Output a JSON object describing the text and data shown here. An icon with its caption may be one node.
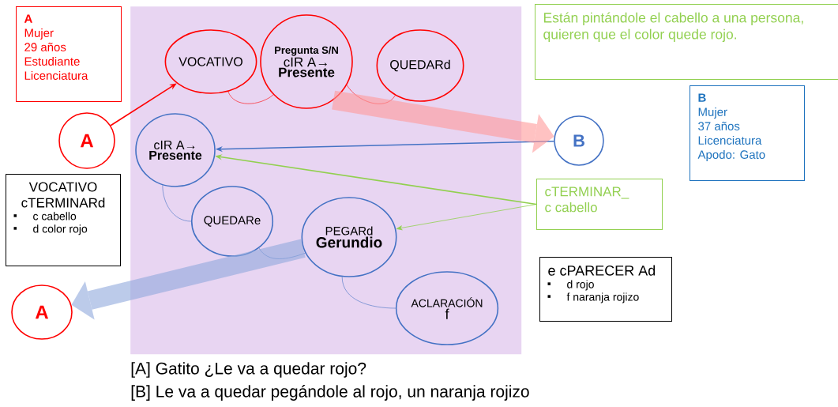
{
  "diagram": {
    "nodes": [
      {
        "text": [
          "A",
          "Mujer",
          "29 años",
          "Estudiante",
          "Licenciatura"
        ]
      },
      {
        "text": [],
        "shape": "box"
      },
      {
        "text": [
          "VOCATIVO"
        ],
        "in": 1
      },
      {
        "text": [
          "Pregunta S/N",
          "cIR A→",
          "Presente"
        ],
        "in": 1
      },
      {
        "text": [
          "QUEDARd"
        ],
        "in": 1
      },
      {
        "text": [
          "Están pintándole el cabello a una persona, quieren que el color quede rojo."
        ]
      },
      {
        "text": [
          "B",
          "Mujer",
          "37 años",
          "Licenciatura",
          "Apodo: Gato"
        ]
      },
      {
        "text": [
          "A"
        ]
      },
      {
        "text": [
          "B"
        ]
      },
      {
        "text": [
          "cIR A→",
          "Presente"
        ],
        "in": 1
      },
      {
        "text": [
          "cTERMINAR_",
          "c cabello"
        ]
      },
      {
        "text": [
          "VOCATIVO",
          "cTERMINARd",
          "c cabello",
          "d color rojo"
        ]
      },
      {
        "text": [
          "QUEDARe"
        ],
        "in": 1
      },
      {
        "text": [
          "PEGARd",
          "Gerundio"
        ],
        "in": 1
      },
      {
        "text": [
          "e cPARECER Ad",
          "d rojo",
          "f naranja rojizo"
        ]
      },
      {
        "text": [
          "ACLARACIÓN",
          "f"
        ],
        "in": 1
      },
      {
        "text": [
          "A"
        ]
      }
    ],
    "edges": [
      {
        "from": 7,
        "to": 2,
        "arrow": "to",
        "color": "#ff0000"
      },
      {
        "from": 8,
        "to": 9,
        "arrow": "to",
        "color": "#4472c4"
      },
      {
        "from": 10,
        "to": 9,
        "arrow": "to",
        "color": "#92d050"
      },
      {
        "from": 10,
        "to": 13,
        "arrow": "to",
        "color": "#92d050"
      },
      {
        "from": 2,
        "to": 3,
        "arrow": "none",
        "color": "#ff0000"
      },
      {
        "from": 3,
        "to": 4,
        "arrow": "none",
        "color": "#ff0000"
      },
      {
        "from": 9,
        "to": 12,
        "arrow": "none",
        "color": "#4472c4"
      },
      {
        "from": 12,
        "to": 13,
        "arrow": "none",
        "color": "#4472c4"
      },
      {
        "from": 13,
        "to": 15,
        "arrow": "none",
        "color": "#4472c4"
      },
      {
        "from": 3,
        "to": 8,
        "arrow": "to",
        "style": "thick",
        "color": "#ff9999"
      },
      {
        "from": 13,
        "to": 16,
        "arrow": "to",
        "style": "thick",
        "color": "#8fa8dc"
      }
    ],
    "labels": [
      "[A] Gatito ¿Le va a quedar rojo?",
      "[B] Le va a quedar pegándole al rojo, un naranja rojizo"
    ]
  }
}
